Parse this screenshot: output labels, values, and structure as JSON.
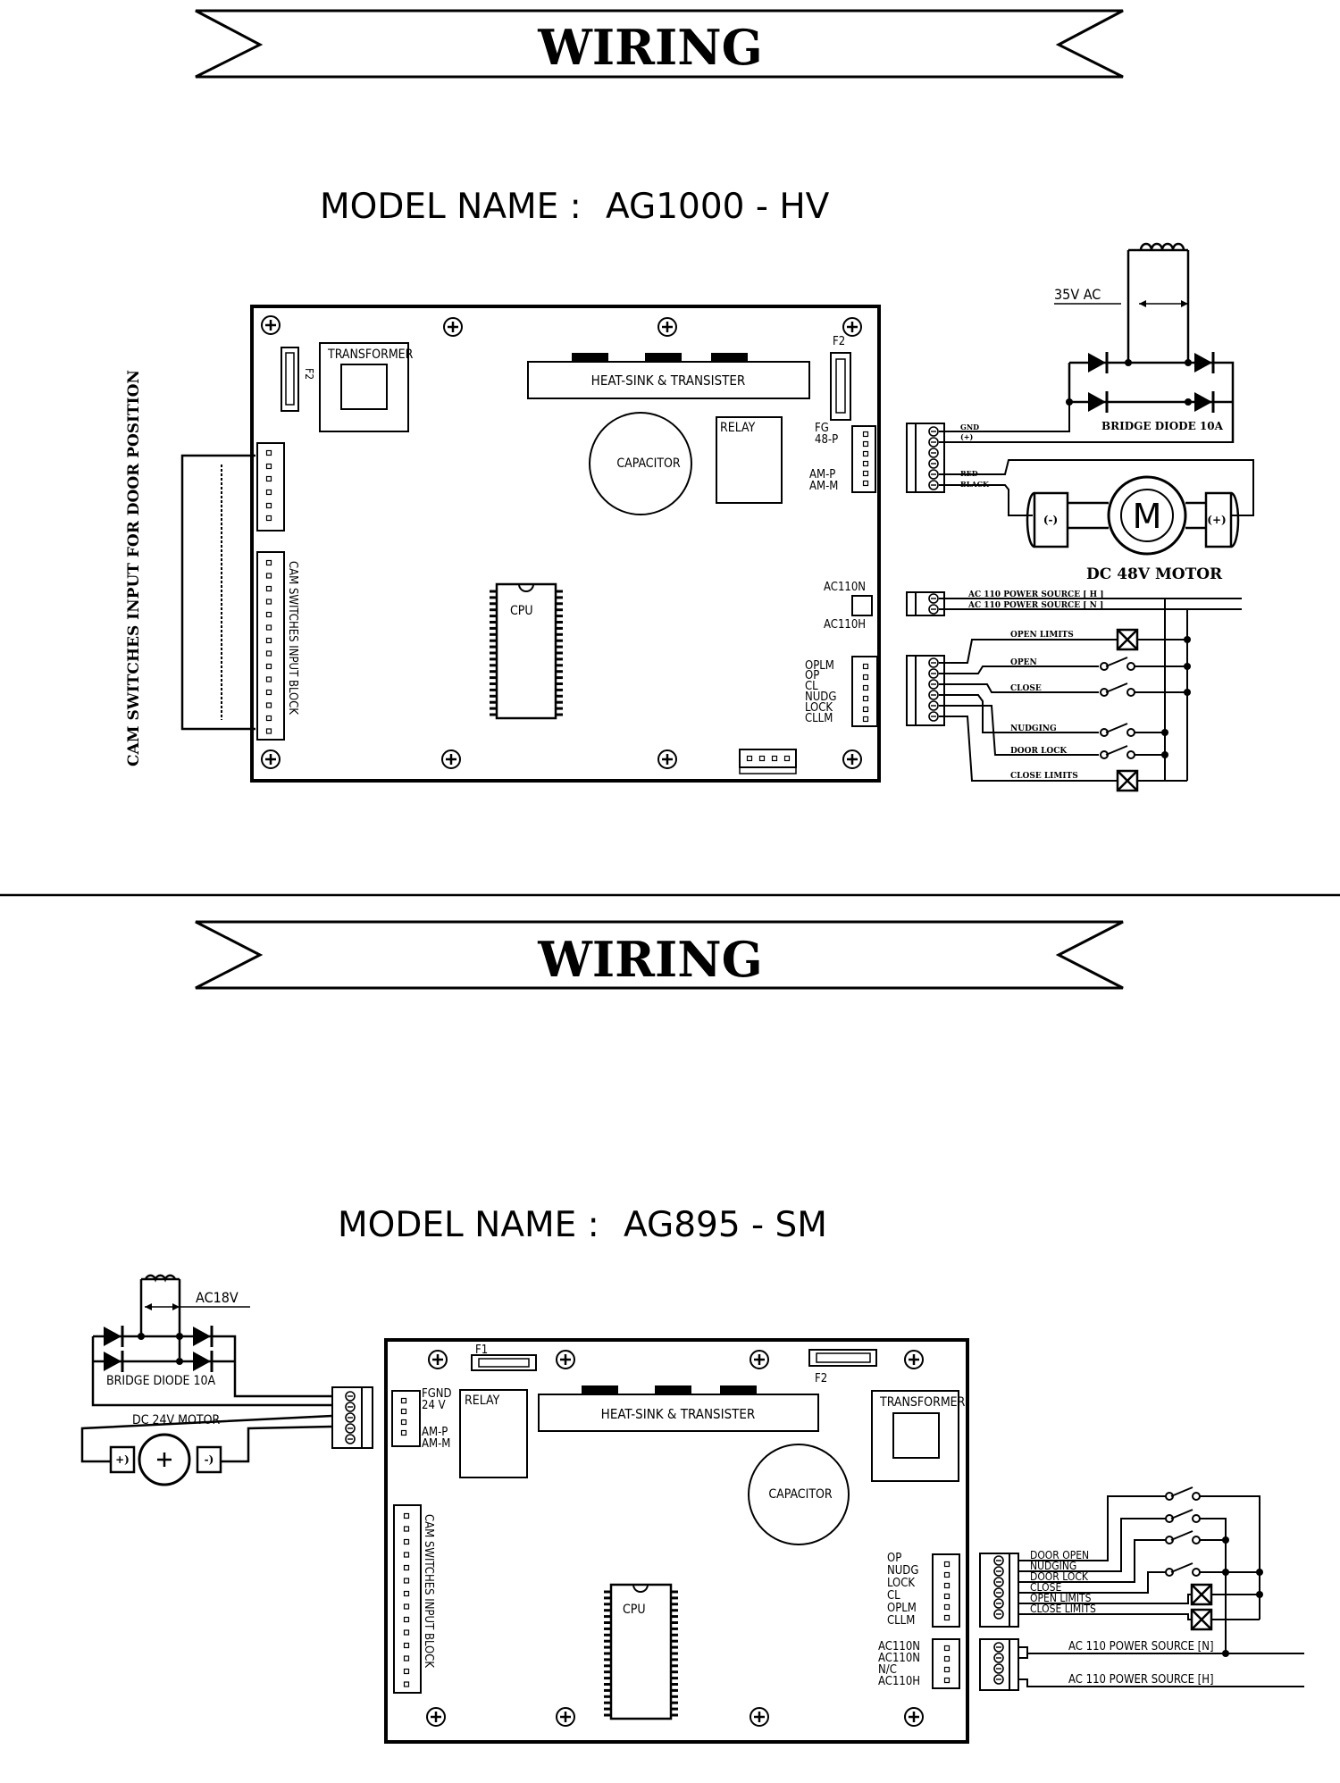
{
  "banner_title": "WIRING",
  "diagram1": {
    "model_label": "MODEL NAME :",
    "model_name": "AG1000 - HV",
    "side_label": "CAM SWITCHES INPUT FOR DOOR POSITION",
    "board": {
      "transformer": "TRANSFORMER",
      "fuse_left": "F2",
      "fuse_right": "F2",
      "heatsink": "HEAT-SINK & TRANSISTER",
      "capacitor": "CAPACITOR",
      "relay": "RELAY",
      "cpu": "CPU",
      "cam_block": "CAM SWITCHES INPUT BLOCK",
      "pins_motor": [
        "FG",
        "48-P",
        "AM-P",
        "AM-M"
      ],
      "pins_power": [
        "AC110N",
        "AC110H"
      ],
      "pins_switch": [
        "OPLM",
        "OP",
        "CL",
        "NUDG",
        "LOCK",
        "CLLM"
      ]
    },
    "ac_label": "35V AC",
    "bridge_label": "BRIDGE DIODE 10A",
    "motor_label": "DC 48V MOTOR",
    "motor_symbol": "M",
    "motor_minus": "(-)",
    "motor_plus": "(+)",
    "tiny_wires": [
      "GND",
      "(+)",
      "RED",
      "BLACK"
    ],
    "power_lines": [
      "AC 110 POWER SOURCE [ H ]",
      "AC 110 POWER SOURCE [ N ]"
    ],
    "switches": [
      "OPEN LIMITS",
      "OPEN",
      "CLOSE",
      "NUDGING",
      "DOOR LOCK",
      "CLOSE LIMITS"
    ]
  },
  "diagram2": {
    "model_label": "MODEL NAME :",
    "model_name": "AG895 - SM",
    "ac_label": "AC18V",
    "bridge_label": "BRIDGE DIODE 10A",
    "motor_label": "DC 24V MOTOR",
    "motor_plus": "+)",
    "motor_minus": "-)",
    "board": {
      "fuse1": "F1",
      "fuse2": "F2",
      "pins_left": [
        "FGND",
        "24 V",
        "AM-P",
        "AM-M"
      ],
      "relay": "RELAY",
      "heatsink": "HEAT-SINK & TRANSISTER",
      "transformer": "TRANSFORMER",
      "capacitor": "CAPACITOR",
      "cpu": "CPU",
      "cam_block": "CAM SWITCHES INPUT BLOCK",
      "pins_switch": [
        "OP",
        "NUDG",
        "LOCK",
        "CL",
        "OPLM",
        "CLLM"
      ],
      "pins_power": [
        "AC110N",
        "AC110N",
        "N/C",
        "AC110H"
      ]
    },
    "switches": [
      "DOOR OPEN",
      "NUDGING",
      "DOOR LOCK",
      "CLOSE",
      "OPEN LIMITS",
      "CLOSE LIMITS"
    ],
    "power_lines": [
      "AC 110 POWER SOURCE [N]",
      "AC 110 POWER SOURCE [H]"
    ]
  }
}
